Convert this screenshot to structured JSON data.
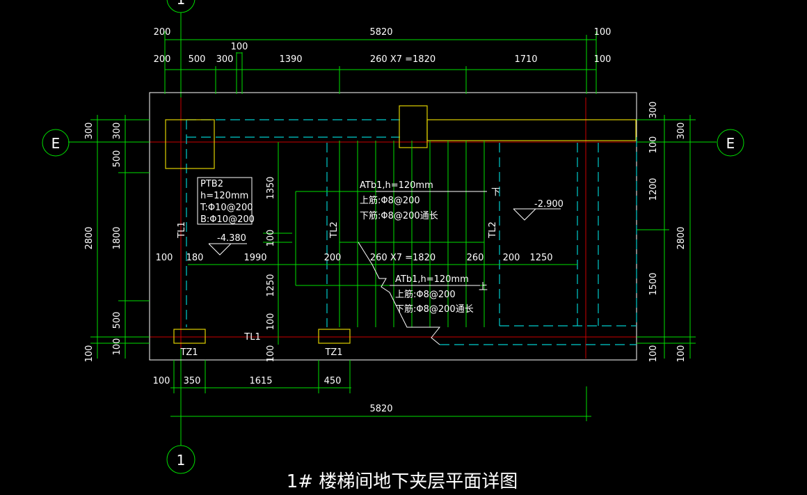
{
  "title": "1# 楼梯间地下夹层平面详图",
  "axes": {
    "top": "1",
    "bottom": "1",
    "left": "E",
    "right": "E"
  },
  "top_dims": {
    "row1": [
      "200",
      "5820",
      "100"
    ],
    "row2": [
      "100"
    ],
    "row3": [
      "200",
      "500",
      "300",
      "1390",
      "260 X7 =1820",
      "1710",
      "100"
    ]
  },
  "bottom_dims": {
    "row1": [
      "100",
      "350",
      "1615",
      "450"
    ],
    "row2": "5820"
  },
  "left_dims": [
    "300",
    "500",
    "1800",
    "500",
    "100",
    "2800",
    "300",
    "100"
  ],
  "right_dims": [
    "300",
    "100",
    "1200",
    "1500",
    "100",
    "300",
    "2800",
    "100"
  ],
  "inner_dims": {
    "v1": [
      "1350",
      "100",
      "1250",
      "100",
      "100"
    ],
    "row_mid": [
      "100",
      "180",
      "1990",
      "200",
      "260 X7 =1820",
      "260",
      "200",
      "1250"
    ]
  },
  "slab_ptb2": [
    "PTB2",
    "h=120mm",
    "T:Φ10@200",
    "B:Φ10@200"
  ],
  "slab_atb1_upper": [
    "ATb1,h=120mm",
    "上筋:Φ8@200",
    "下筋:Φ8@200通长"
  ],
  "slab_atb1_lower": [
    "ATb1,h=120mm",
    "上筋:Φ8@200",
    "下筋:Φ8@200通长"
  ],
  "elev_left": "-4.380",
  "elev_right": "-2.900",
  "beams": [
    "TL1",
    "TL2",
    "TL2",
    "TL1"
  ],
  "columns": [
    "TZ1",
    "TZ1"
  ],
  "dir_down": "下",
  "dir_up": "上",
  "colors": {
    "dim": "#00e000",
    "wall": "#00cccc",
    "axis": "#cc0000",
    "column": "#e0d000"
  }
}
